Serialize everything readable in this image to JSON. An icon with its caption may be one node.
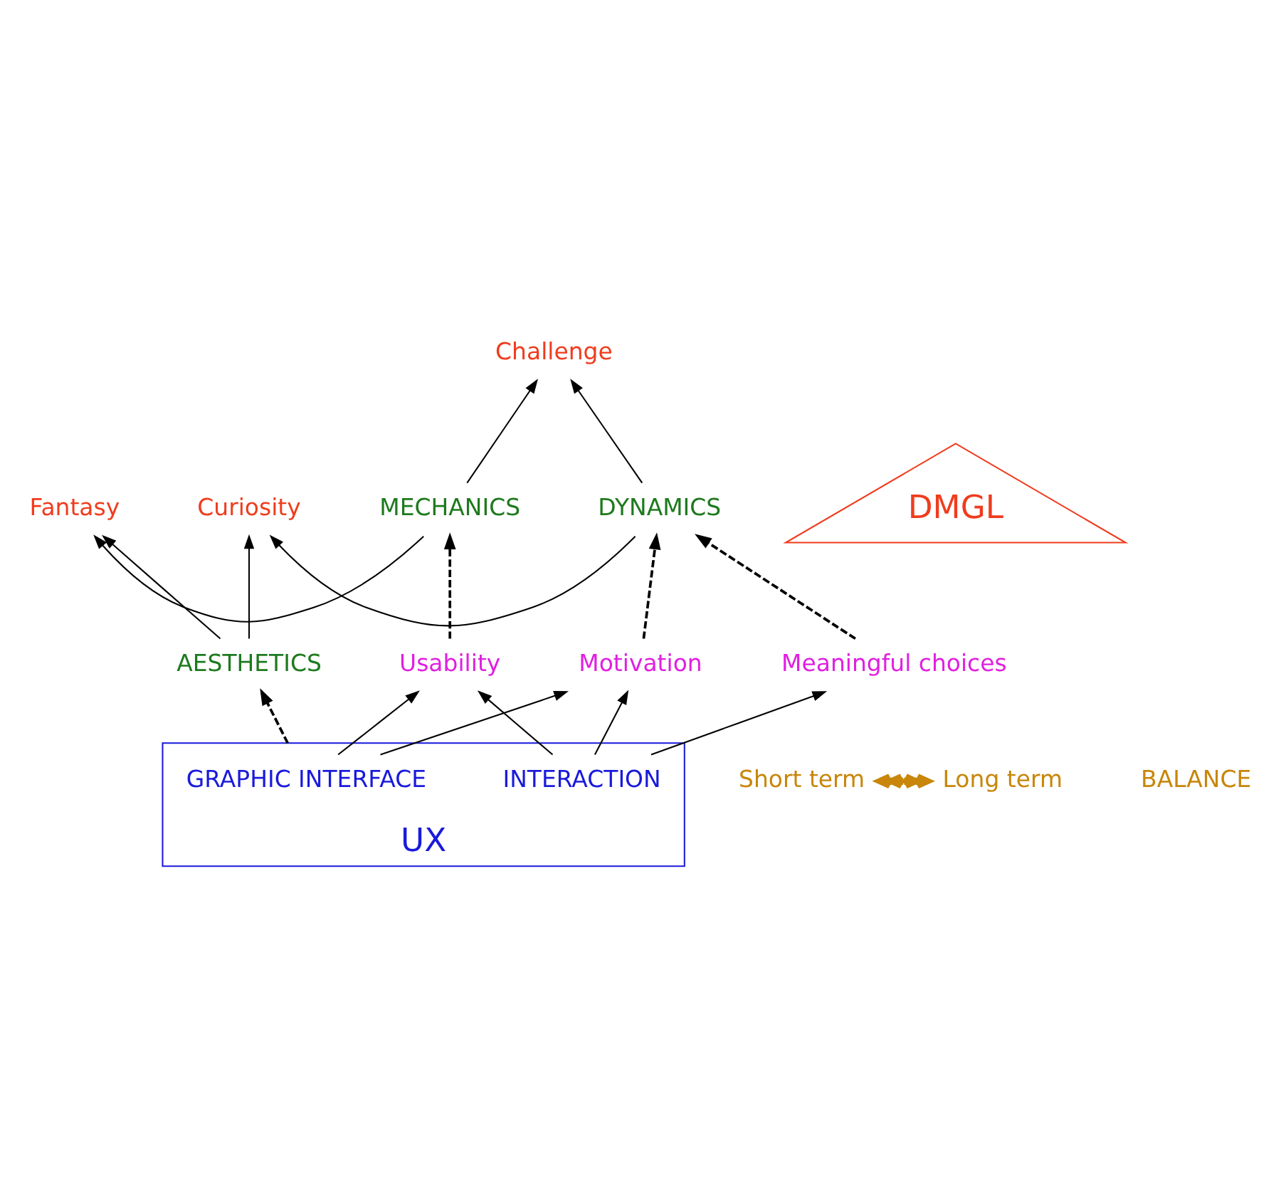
{
  "diagram": {
    "nodes": [
      {
        "text": [
          "Challenge"
        ]
      },
      {
        "text": [
          "MECHANICS"
        ]
      },
      {
        "text": [
          "DMGL"
        ]
      },
      {
        "text": [
          "DYNAMICS"
        ]
      },
      {
        "text": [
          "Fantasy"
        ]
      },
      {
        "text": [
          "Curiosity"
        ]
      },
      {
        "text": [
          "AESTHETICS"
        ]
      },
      {
        "text": [
          "UX"
        ]
      },
      {
        "text": [
          "GRAPHIC INTERFACE"
        ],
        "in": 7
      },
      {
        "text": [
          "INTERACTION"
        ],
        "in": 7
      },
      {
        "text": [
          "Usability"
        ]
      },
      {
        "text": [
          "Motivation"
        ]
      },
      {
        "text": [
          "Meaningful choices"
        ]
      },
      {
        "text": [
          "Short term"
        ]
      },
      {
        "text": [
          "Long term"
        ]
      }
    ],
    "edges": [
      {
        "from": 1,
        "to": 0,
        "arrow": "to"
      },
      {
        "from": 3,
        "to": 0,
        "arrow": "to"
      },
      {
        "from": 1,
        "to": 4,
        "arrow": "to"
      },
      {
        "from": 3,
        "to": 5,
        "arrow": "to"
      },
      {
        "from": 6,
        "to": 4,
        "arrow": "to"
      },
      {
        "from": 6,
        "to": 5,
        "arrow": "to"
      },
      {
        "from": 7,
        "to": 6,
        "arrow": "to",
        "style": "dashed"
      },
      {
        "from": 10,
        "to": 1,
        "arrow": "to",
        "style": "dashed"
      },
      {
        "from": 11,
        "to": 3,
        "arrow": "to",
        "style": "dashed"
      },
      {
        "from": 12,
        "to": 3,
        "arrow": "to",
        "style": "dashed"
      },
      {
        "from": 8,
        "to": 10,
        "arrow": "to"
      },
      {
        "from": 8,
        "to": 11,
        "arrow": "to"
      },
      {
        "from": 9,
        "to": 10,
        "arrow": "to"
      },
      {
        "from": 9,
        "to": 11,
        "arrow": "to"
      },
      {
        "from": 9,
        "to": 12,
        "arrow": "to"
      },
      {
        "from": 13,
        "to": 14,
        "arrow": "both",
        "style": "thick",
        "color": "#c8860a"
      }
    ],
    "labels": [
      "BALANCE"
    ]
  }
}
